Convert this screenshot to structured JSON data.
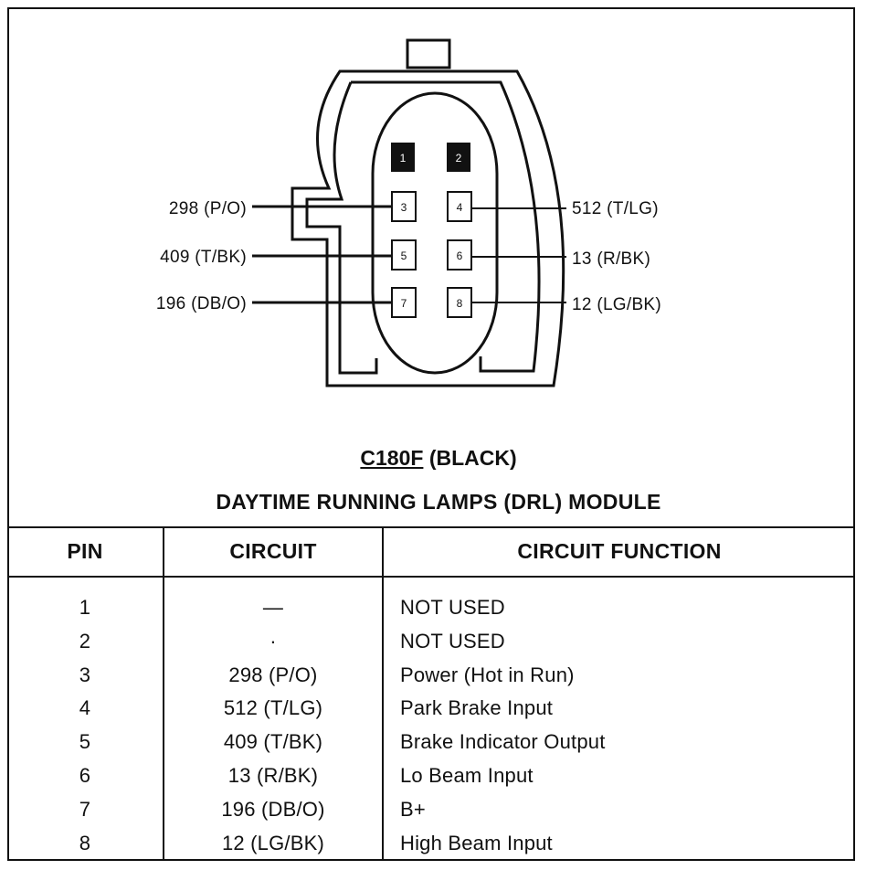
{
  "connector": {
    "code": "C180F",
    "color_label": "(BLACK)",
    "name": "DAYTIME RUNNING LAMPS (DRL) MODULE",
    "pin_labels": [
      "1",
      "2",
      "3",
      "4",
      "5",
      "6",
      "7",
      "8"
    ],
    "wires_left": [
      "298 (P/O)",
      "409 (T/BK)",
      "196 (DB/O)"
    ],
    "wires_right": [
      "512 (T/LG)",
      "13 (R/BK)",
      "12 (LG/BK)"
    ]
  },
  "table": {
    "headers": [
      "PIN",
      "CIRCUIT",
      "CIRCUIT FUNCTION"
    ],
    "rows": [
      {
        "pin": "1",
        "circuit": "—",
        "function": "NOT USED"
      },
      {
        "pin": "2",
        "circuit": "·",
        "function": "NOT USED"
      },
      {
        "pin": "3",
        "circuit": "298 (P/O)",
        "function": "Power (Hot in Run)"
      },
      {
        "pin": "4",
        "circuit": "512 (T/LG)",
        "function": "Park Brake Input"
      },
      {
        "pin": "5",
        "circuit": "409 (T/BK)",
        "function": "Brake Indicator Output"
      },
      {
        "pin": "6",
        "circuit": "13 (R/BK)",
        "function": "Lo Beam Input"
      },
      {
        "pin": "7",
        "circuit": "196 (DB/O)",
        "function": "B+"
      },
      {
        "pin": "8",
        "circuit": "12 (LG/BK)",
        "function": "High Beam Input"
      }
    ]
  }
}
